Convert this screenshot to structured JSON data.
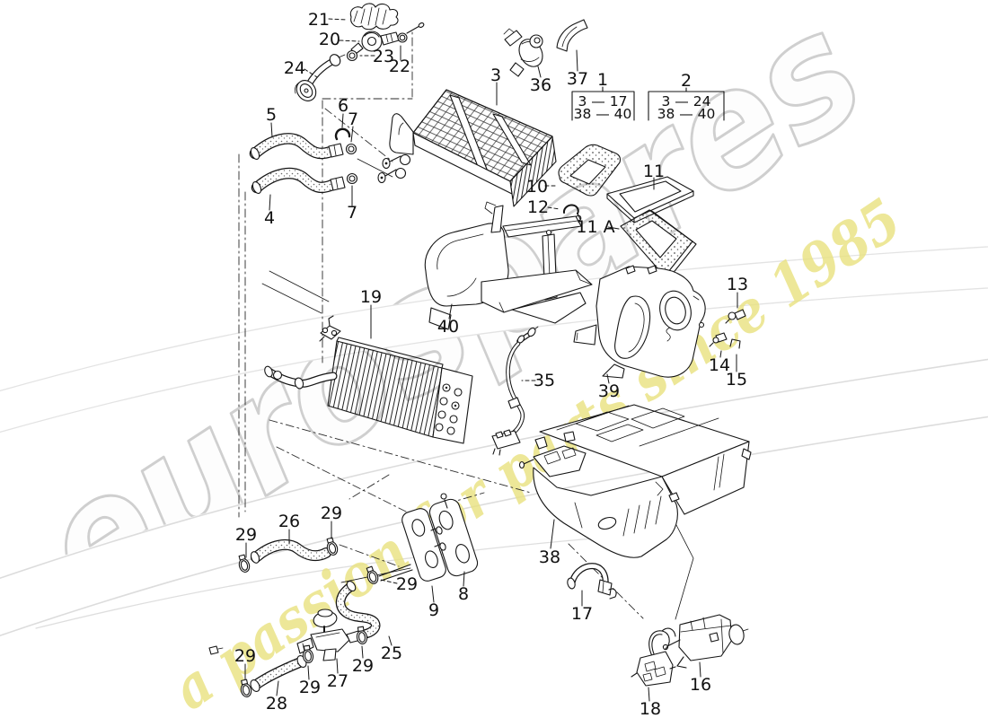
{
  "watermark": {
    "brand": "eurospares",
    "tagline": "a passion for parts since 1985",
    "brand_outline_color": "#cfcfcf",
    "tagline_color": "#e9e27f"
  },
  "colors": {
    "line": "#151515",
    "background": "#ffffff"
  },
  "legend": {
    "g1": {
      "num": "1",
      "r1": "3 — 17",
      "r2": "38 — 40"
    },
    "g2": {
      "num": "2",
      "r1": "3 — 24",
      "r2": "38 — 40"
    }
  },
  "callouts": {
    "c21": "21",
    "c20": "20",
    "c23": "23",
    "c22": "22",
    "c24": "24",
    "c5": "5",
    "c6": "6",
    "c7a": "7",
    "c4": "4",
    "c7b": "7",
    "c3": "3",
    "c36": "36",
    "c37": "37",
    "c10": "10",
    "c11": "11",
    "c12": "12",
    "c11a": "11 A",
    "c13": "13",
    "c19": "19",
    "c40": "40",
    "c35": "35",
    "c39": "39",
    "c14": "14",
    "c15": "15",
    "c38": "38",
    "c17": "17",
    "c16": "16",
    "c18": "18",
    "c29a": "29",
    "c26": "26",
    "c29b": "29",
    "c29c": "29",
    "c8": "8",
    "c9": "9",
    "c25": "25",
    "c29d": "29",
    "c27": "27",
    "c29e": "29",
    "c29f": "29",
    "c28": "28"
  }
}
